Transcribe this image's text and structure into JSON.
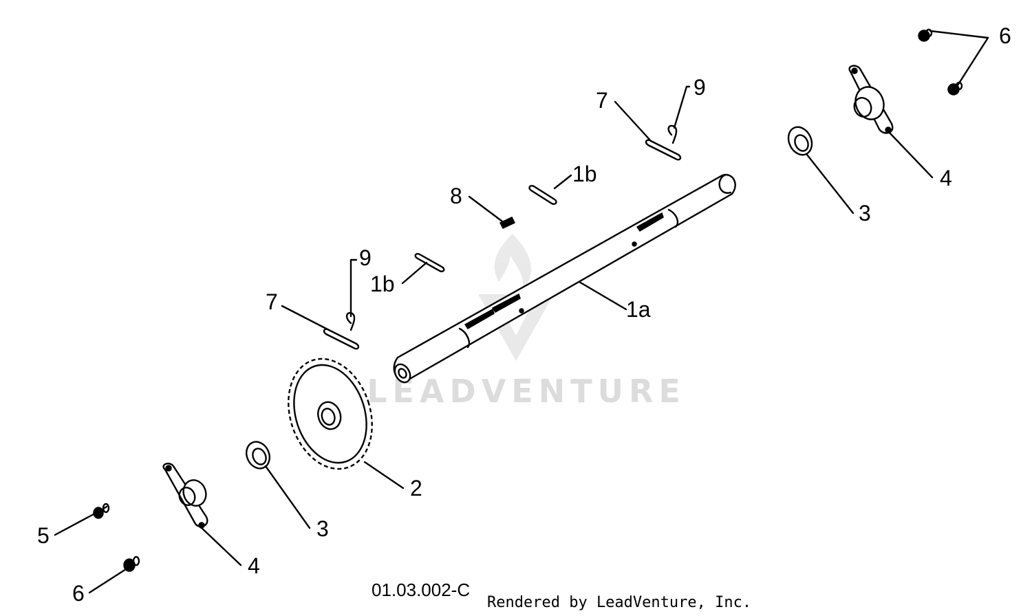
{
  "diagram": {
    "code": "01.03.002-C",
    "rendered_by": "Rendered by LeadVenture, Inc.",
    "watermark": "LEADVENTURE"
  },
  "callouts": {
    "shaft": "1a",
    "key_upper": "1b",
    "key_lower": "1b",
    "sprocket": "2",
    "washer_lower": "3",
    "washer_upper": "3",
    "bearing_lower": "4",
    "bearing_upper": "4",
    "bolt": "5",
    "nut_lower": "6",
    "nut_upper": "6",
    "pin_upper": "7",
    "pin_lower": "7",
    "key_small": "8",
    "clip_upper": "9",
    "clip_lower": "9"
  }
}
